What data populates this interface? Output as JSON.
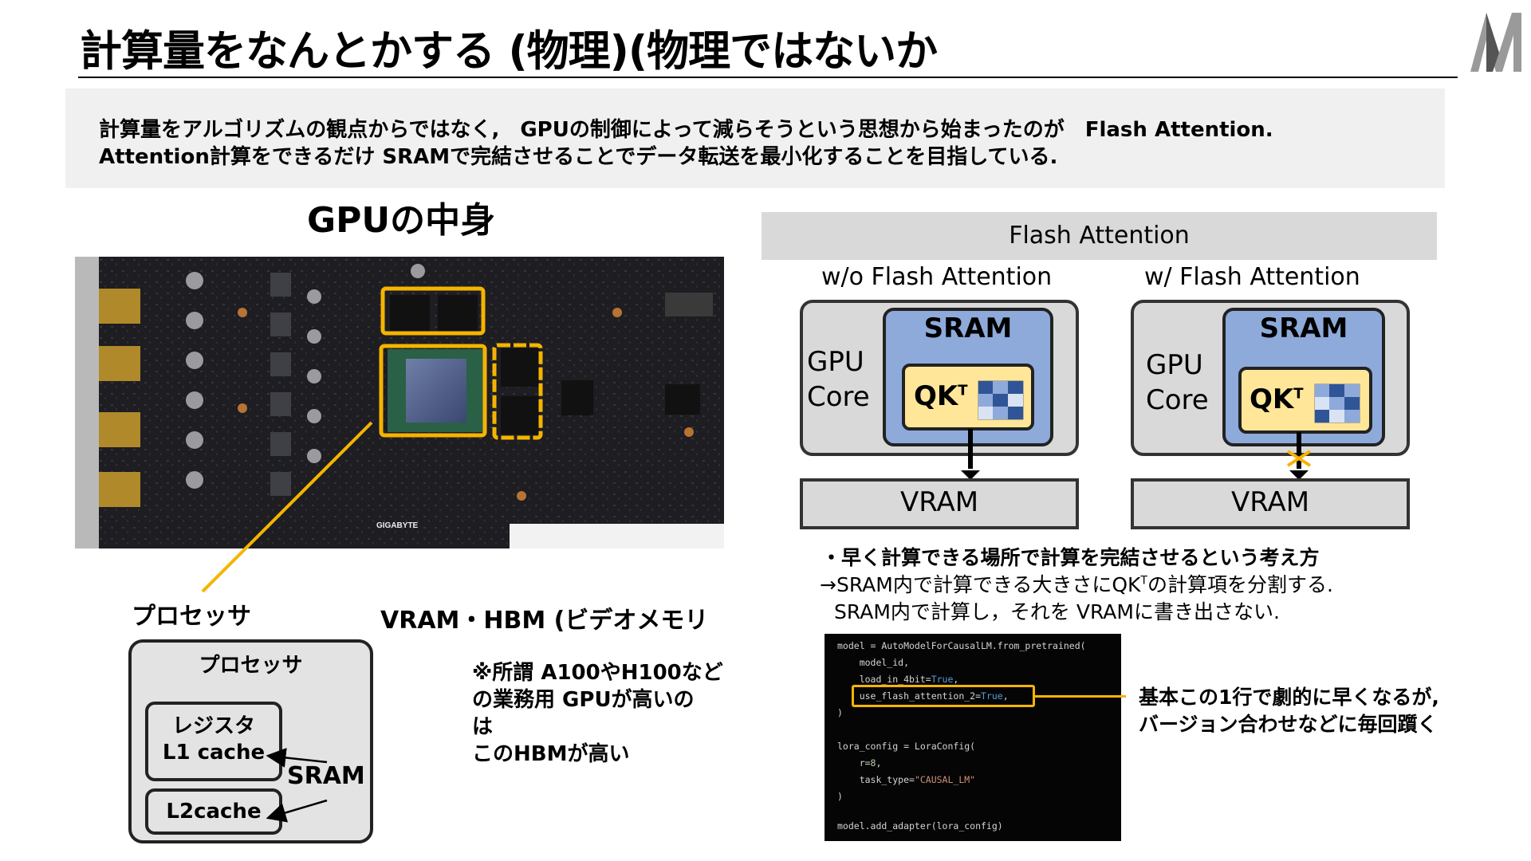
{
  "slide": {
    "title": "計算量をなんとかする (物理)(物理ではないか",
    "summary_line1": "計算量をアルゴリズムの観点からではなく,　GPUの制御によって減らそうという思想から始まったのが　Flash Attention.",
    "summary_line2": "Attention計算をできるだけ SRAMで完結させることでデータ転送を最小化することを目指している."
  },
  "left": {
    "gpu_title": "GPUの中身",
    "photo_brand": "GIGABYTE",
    "processor_label": "プロセッサ",
    "vram_label": "VRAM・HBM (ビデオメモリ",
    "processor_box_title": "プロセッサ",
    "register_label": "レジスタ",
    "l1_label": "L1 cache",
    "l2_label": "L2cache",
    "sram_label": "SRAM",
    "note_line1": "※所謂 A100やH100など",
    "note_line2": "の業務用 GPUが高いの",
    "note_line3": "は",
    "note_line4": "このHBMが高い"
  },
  "right": {
    "header": "Flash Attention",
    "without_title": "w/o Flash Attention",
    "with_title": "w/ Flash Attention",
    "gpu_core_line1": "GPU",
    "gpu_core_line2": "Core",
    "sram": "SRAM",
    "qk": "QK",
    "qk_sup": "T",
    "vram": "VRAM",
    "bullet_title": "・早く計算できる場所で計算を完結させるという考え方",
    "bullet_line1_pre": "→SRAM内で計算できる大きさにQK",
    "bullet_line1_sup": "T",
    "bullet_line1_post": "の計算項を分割する.",
    "bullet_line2": "SRAM内で計算し，それを VRAMに書き出さない.",
    "code_callout_line1": "基本この1行で劇的に早くなるが,",
    "code_callout_line2": "バージョン合わせなどに毎回躓く"
  },
  "code": {
    "l1": "model = AutoModelForCausalLM.from_pretrained(",
    "l2a": "    model_id,",
    "l3a": "    load_in_4bit=",
    "l3b": "True",
    "l3c": ",",
    "l4a": "    use_flash_attention_2=",
    "l4b": "True",
    "l4c": ",",
    "l5": ")",
    "l6": "lora_config = LoraConfig(",
    "l7a": "    r=",
    "l7b": "8",
    "l7c": ",",
    "l8a": "    task_type=",
    "l8b": "\"CAUSAL_LM\"",
    "l9": ")",
    "l10": "model.add_adapter(lora_config)"
  },
  "colors": {
    "accent_yellow": "#f5b400",
    "sram_blue": "#8eaadb",
    "qk_fill": "#ffe699",
    "box_gray": "#d9d9d9"
  }
}
